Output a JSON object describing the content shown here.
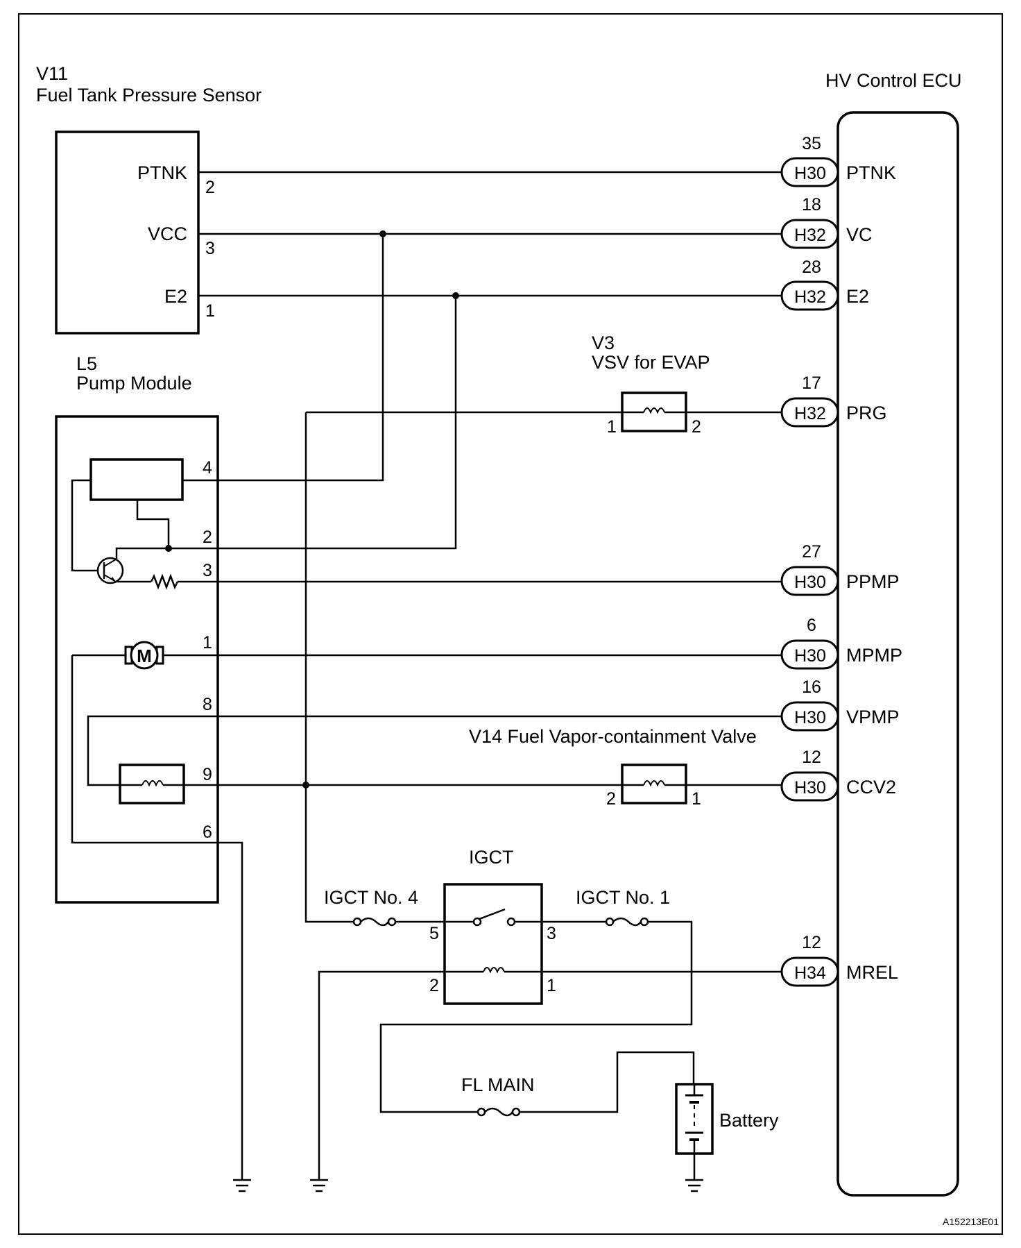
{
  "v11": {
    "code": "V11",
    "name": "Fuel Tank Pressure Sensor",
    "pins": [
      {
        "name": "PTNK",
        "num": "2"
      },
      {
        "name": "VCC",
        "num": "3"
      },
      {
        "name": "E2",
        "num": "1"
      }
    ]
  },
  "l5": {
    "code": "L5",
    "name": "Pump Module",
    "pins": [
      "4",
      "2",
      "3",
      "1",
      "8",
      "9",
      "6"
    ],
    "motor_symbol": "M"
  },
  "ecu": {
    "name": "HV Control ECU",
    "pins": [
      {
        "num": "35",
        "conn": "H30",
        "name": "PTNK"
      },
      {
        "num": "18",
        "conn": "H32",
        "name": "VC"
      },
      {
        "num": "28",
        "conn": "H32",
        "name": "E2"
      },
      {
        "num": "17",
        "conn": "H32",
        "name": "PRG"
      },
      {
        "num": "27",
        "conn": "H30",
        "name": "PPMP"
      },
      {
        "num": "6",
        "conn": "H30",
        "name": "MPMP"
      },
      {
        "num": "16",
        "conn": "H30",
        "name": "VPMP"
      },
      {
        "num": "12",
        "conn": "H30",
        "name": "CCV2"
      },
      {
        "num": "12",
        "conn": "H34",
        "name": "MREL"
      }
    ]
  },
  "v3": {
    "code": "V3",
    "name": "VSV for EVAP",
    "pin_left": "1",
    "pin_right": "2"
  },
  "v14": {
    "label": "V14  Fuel Vapor-containment Valve",
    "pin_left": "2",
    "pin_right": "1"
  },
  "igct": {
    "name": "IGCT",
    "pins": {
      "p5": "5",
      "p3": "3",
      "p2": "2",
      "p1": "1"
    },
    "fuse_no4": "IGCT No. 4",
    "fuse_no1": "IGCT No. 1"
  },
  "fl_main": "FL MAIN",
  "battery": "Battery",
  "figure_code": "A152213E01"
}
